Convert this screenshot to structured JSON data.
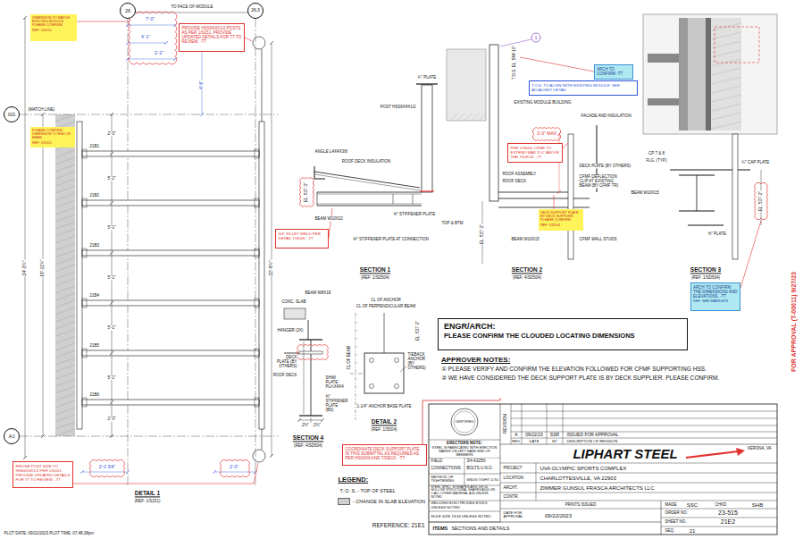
{
  "diagram": {
    "nodes": [
      {
        "text": [
          "26"
        ]
      },
      {
        "text": [
          "26.3"
        ]
      },
      {
        "text": [
          "DIMENSION TO MATCH EXISTING MODULE. PLEASE CONFIRM.",
          "REF: 1/S151"
        ]
      },
      {
        "text": [
          "PROVIDE HSS6X4X1/2 POSTS AS PER 1/S151. PROVIDE UPDATED DETAILS FOR TT TO REVIEW. -TT"
        ]
      },
      {
        "text": [
          "GG"
        ]
      },
      {
        "text": [
          "PLEASE CONFIRM DIMENSION TO END OF BEAM.",
          "REF: 1/S151"
        ]
      },
      {
        "text": [
          "AJ"
        ]
      },
      {
        "text": [
          "REVISE POST SIZE TO HSS6X4X1/2 PER 1/S151. PROVIDE UPDATED DETAILS FOR TT TO REVIEW. -TT"
        ]
      },
      {
        "text": [
          "3/4\" FILLET WELD PER DETAIL 1/S505. -TT"
        ]
      },
      {
        "text": [
          "ARCH TO CONFIRM -TT"
        ]
      },
      {
        "text": [
          "T.O.S. TO ALIGN WITH EXISTING MODULE. SEE ADJACENT DETAIL"
        ]
      },
      {
        "text": [
          "PER 1/S504, CFMF TO EXTEND MAX 3'-0\" ABOVE THE T/DECK. -TT"
        ]
      },
      {
        "text": [
          "DECK SUPPORT PLATE BY DECK SUPPLIER. PLEASE CONFIRM.",
          "REF: 1/S504"
        ]
      },
      {
        "text": [
          "ARCH TO CONFIRM THE DIMENSIONS AND ELEVATIONS. -TT",
          "REF: SEE MARKUPS"
        ]
      },
      {
        "text": [
          "ENGR/ARCH:",
          "PLEASE CONFIRM THE CLOUDED LOCATING DIMENSIONS"
        ]
      },
      {
        "text": [
          "APPROVER NOTES:",
          "① PLEASE VERIFY AND CONFIRM THE ELEVATION FOLLOWED FOR CFMF SUPPORTING HSS.",
          "② WE HAVE CONSIDERED THE DECK SUPPORT PLATE IS BY DECK SUPPLIER. PLEASE CONFIRM."
        ]
      },
      {
        "text": [
          "COORDINATE DECK SUPPORT PLATE IN THIS SUBMITTAL AS REQUIRED AS PER HSS6X6 AND T/DECK. -TT"
        ]
      }
    ],
    "edges": [
      {
        "from": 16,
        "to": 15,
        "arrow": "none"
      }
    ],
    "labels": [
      "TO FACE OF MODULE",
      "7'-0\"",
      "4'-1\"",
      "2'-2\"",
      "(MATCH LINE)",
      "24'-3½\"",
      "18'-11½\"",
      "22'-9½\"",
      "4'-6\"",
      "21B1",
      "21B2",
      "21B3",
      "21B4",
      "21B5",
      "21B6",
      "2'-3\"",
      "5'-1\"",
      "5'-1\"",
      "5'-1\"",
      "5'-1\"",
      "5'-1\"",
      "2'-3\"",
      "2'-0 3/4\"",
      "2'-0\"",
      "DETAIL 1",
      "(REF: 1/S151)",
      "¼\" PLATE",
      "POST HSS6X4X1/2",
      "ANGLE L4X4X3/8",
      "ROOF DECK INSULATION",
      "EL. 537'-2\"",
      "BEAM W10X22",
      "⅜\" STIFFENER PLATE",
      "⅜\" STIFFENER PLATE AT CONNECTION",
      "TOP & BTM",
      "SECTION 1",
      "(REF: 1/SD504)",
      "EXISTING MODULE BUILDING",
      "FACADE AND INSULATION",
      "ROOF ASSEMBLY",
      "ROOF DECK",
      "3'-0\" MAX",
      "DECK PLATE (BY OTHERS)",
      "CFMF DEFLECTION CLIP AT EXISTING BEAM (BY CFMF TR)",
      "CFMF WALL STUDS",
      "BEAM W10X15",
      "EL. 537'-2\"",
      "SECTION 2",
      "(REF: 4/SD504)",
      "1",
      "T.O.S. EL. 544'-10\"",
      "CP 7 & 8",
      "FLG. (TYP.)",
      "¼\" CAP PLATE",
      "BEAM W10X15",
      "⅝\" PLATE",
      "EL. 537'-2\"",
      "SECTION 3",
      "(REF: 1/SD504)",
      "CONC. SLAB",
      "BEAM W8X18",
      "HANGER (2X)",
      "DECK PLATE (BY OTHERS)",
      "ROOF DECK",
      "SHIM PLATE PL¼X4X4",
      "2½\"",
      "2½\"",
      "⅜\" STIFFENER PLATE (BS)",
      "SECTION 4",
      "(REF: 4/SD504)",
      "CL OF ANCHOR",
      "CL OF PERPENDICULAR BEAM",
      "EL. 537'-2\"",
      "CL OF BEAM",
      "TIEBACK ANCHOR (BY OTHERS)",
      "1-1/4\" ANCHOR BASE PLATE",
      "DETAIL 2",
      "(REF: 1/S504)",
      "LEGEND:",
      "T. O. S. - TOP OF STEEL",
      "REFERENCE: 21E1",
      "PLOT DATE: 09/22/2023 PLOT TIME: 07:48:28pm",
      "FOR APPROVAL (T-00011) 9/27/23",
      "CERTIFIED",
      "ERECTORS NOTE:",
      "STEEL IS FABRICATED WITH ERECTION MARKS ON LEFT HAND END OF MEMBERS",
      "FIELD",
      "3/4 A325N",
      "CONNECTIONS",
      "BOLTS U.N.O.",
      "METHOD OF TIGHTENING",
      "SNUG TIGHT U.N.O.",
      "STEEL SPEC: W SHAPES A992 GR 50 HOLLOW STRUCTURAL SHAPES A500 GR. C ALL OTHER MATERIAL A36 UNLESS NOTED",
      "WELDING ELECTRODES E70XX UNLESS NOTED",
      "HOLE SIZE 13/16 UNLESS NOTED",
      "ITEMS",
      "SECTIONS AND DETAILS",
      "REVISION",
      "A",
      "09/22/23",
      "SSR",
      "ISSUED FOR APPROVAL",
      "REV.",
      "DATE",
      "BY",
      "DESCRIPTION OF REVISION",
      "LIPHART STEEL",
      "VERONA, VA",
      "PROJECT",
      "UVA OLYMPIC SPORTS COMPLEX",
      "LOCATION",
      "CHARLOTTESVILLE, VA 22903",
      "ARCHT.",
      "ZIMMER GUNSUL FRASCA ARCHITECTS LLC",
      "CONTR.",
      "PRINTS ISSUED",
      "DATE FOR APPROVAL",
      "09/22/2023",
      "MADE",
      "SSC",
      "CHKD",
      "SHB",
      "ORDER NO.",
      "23-515",
      "SHEET NO.",
      "21E2",
      "SEQ.",
      "21"
    ],
    "legend": [
      {
        "text": "- CHANGE IN SLAB ELEVATION",
        "color": "#cfcfcf"
      }
    ]
  }
}
